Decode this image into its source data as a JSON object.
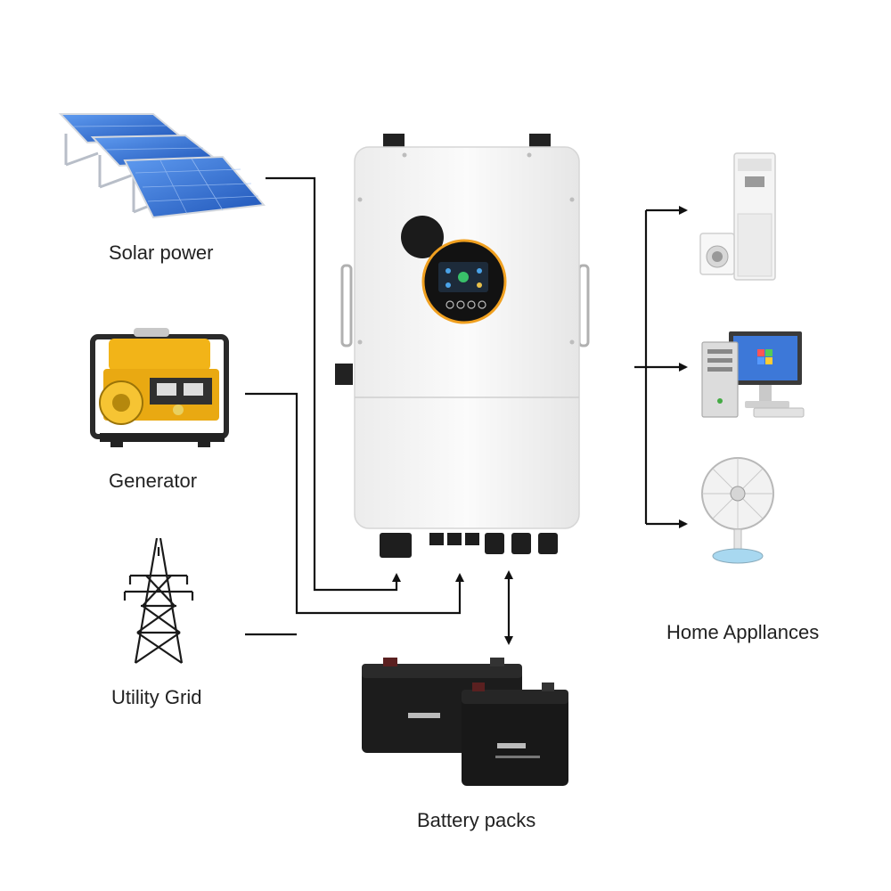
{
  "labels": {
    "solar": "Solar power",
    "generator": "Generator",
    "grid": "Utility Grid",
    "appliances": "Home Appllances",
    "battery": "Battery packs"
  },
  "colors": {
    "line": "#111111",
    "panel_blue": "#2f6fd1",
    "panel_frame": "#c9ced6",
    "generator_yellow": "#f2b418",
    "inverter_body": "#f7f7f7",
    "display_ring": "#f0a020",
    "battery_black": "#1c1c1c"
  },
  "icons": [
    "solar-panel-icon",
    "generator-icon",
    "transmission-tower-icon",
    "inverter-icon",
    "battery-icon",
    "air-conditioner-icon",
    "desktop-computer-icon",
    "electric-fan-icon"
  ]
}
